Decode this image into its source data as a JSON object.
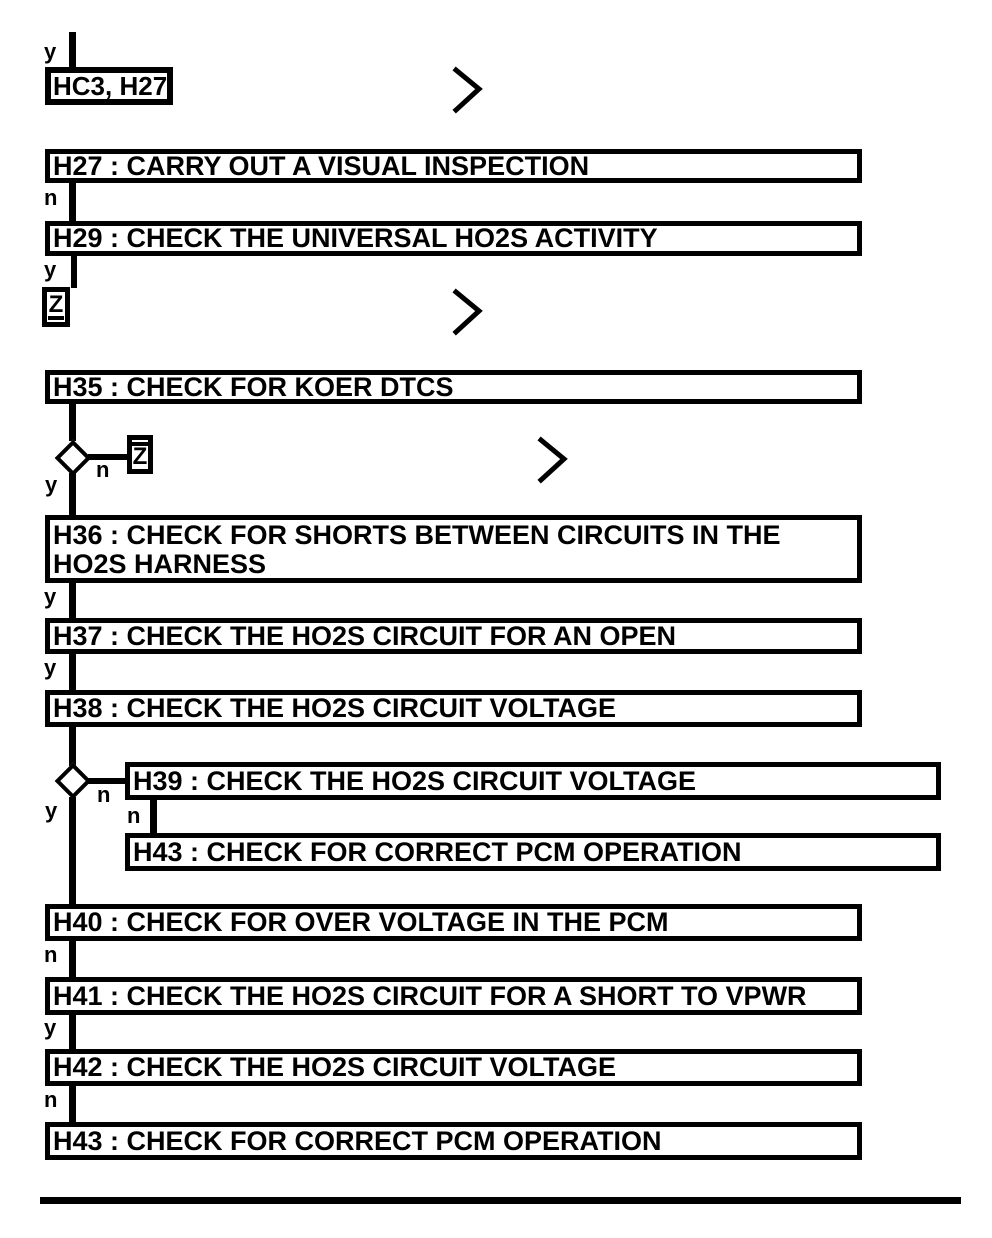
{
  "diagram": {
    "background_color": "#ffffff",
    "line_color": "#000000",
    "yes_label": "y",
    "no_label": "n",
    "entry_box": {
      "label": "HC3, H27"
    },
    "z_connector_1": {
      "label": "Z"
    },
    "z_connector_2": {
      "label": "Z"
    },
    "icons": {
      "continuation_chevron": "right-angle-bracket"
    },
    "nodes": {
      "h27": {
        "label": "H27 : CARRY OUT A VISUAL INSPECTION"
      },
      "h29": {
        "label": "H29 : CHECK THE UNIVERSAL HO2S ACTIVITY"
      },
      "h35": {
        "label": "H35 : CHECK FOR KOER DTCS"
      },
      "h36": {
        "line1": "H36 : CHECK FOR SHORTS BETWEEN CIRCUITS IN THE",
        "line2": "HO2S HARNESS"
      },
      "h37": {
        "label": "H37 : CHECK THE HO2S CIRCUIT FOR AN OPEN"
      },
      "h38": {
        "label": "H38 : CHECK THE HO2S CIRCUIT VOLTAGE"
      },
      "h39": {
        "label": "H39 : CHECK THE HO2S CIRCUIT VOLTAGE"
      },
      "h43_upper": {
        "label": "H43 : CHECK FOR CORRECT PCM OPERATION"
      },
      "h40": {
        "label": "H40 : CHECK FOR OVER VOLTAGE IN THE PCM"
      },
      "h41": {
        "label": "H41 : CHECK THE HO2S CIRCUIT FOR A SHORT TO VPWR"
      },
      "h42": {
        "label": "H42 : CHECK THE HO2S CIRCUIT VOLTAGE"
      },
      "h43_lower": {
        "label": "H43 : CHECK FOR CORRECT PCM OPERATION"
      }
    }
  }
}
